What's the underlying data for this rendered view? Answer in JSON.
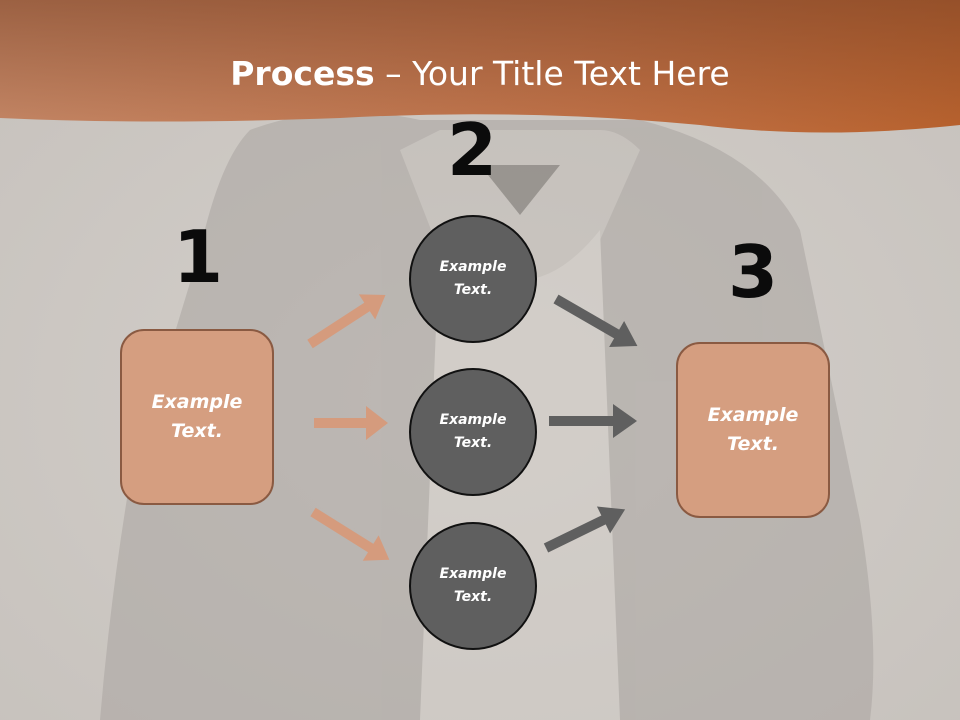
{
  "title": {
    "bold": "Process",
    "rest": " – Your Title Text Here"
  },
  "steps": {
    "n1": "1",
    "n2": "2",
    "n3": "3"
  },
  "nodes": {
    "left": "Example Text.",
    "c1": "Example Text.",
    "c2": "Example Text.",
    "c3": "Example Text.",
    "right": "Example Text."
  },
  "colors": {
    "header": "#b86a40",
    "box": "#d59e80",
    "circle": "#5f5f5f",
    "arrow_in": "#d59b7d",
    "arrow_out": "#5f5f5f"
  }
}
